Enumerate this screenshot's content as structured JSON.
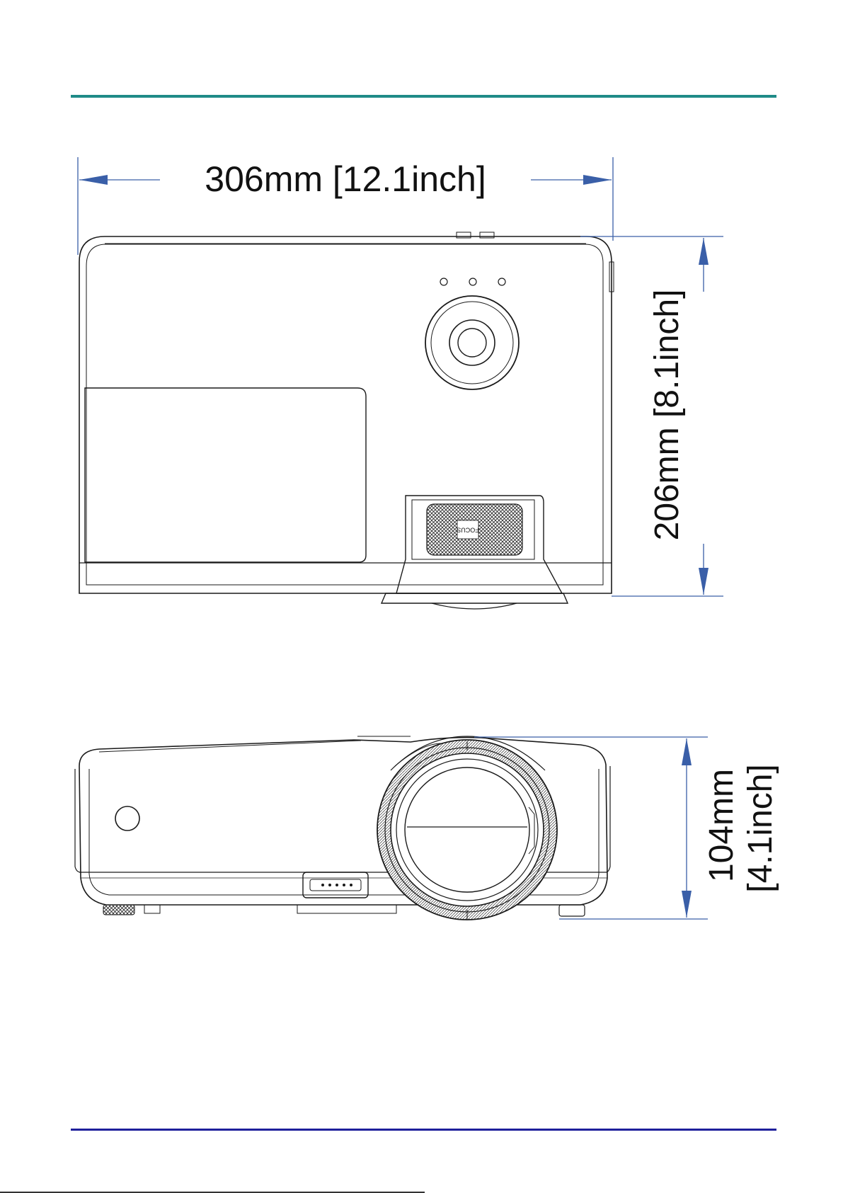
{
  "colors": {
    "top_rule": "#1f8b88",
    "bottom_rule": "#1e1f9b",
    "dimension_line": "#3a5fa8",
    "outline": "#1a1a1a"
  },
  "icons": [
    "projector-top-view",
    "projector-front-view",
    "arrow-left-icon",
    "arrow-right-icon",
    "arrow-up-icon",
    "arrow-down-icon"
  ],
  "top_view": {
    "width_label": "306mm [12.1inch]",
    "depth_label": "206mm [8.1inch]",
    "focus_label": "FOCUS"
  },
  "front_view": {
    "height_label_line1": "104mm",
    "height_label_line2": "[4.1inch]"
  }
}
